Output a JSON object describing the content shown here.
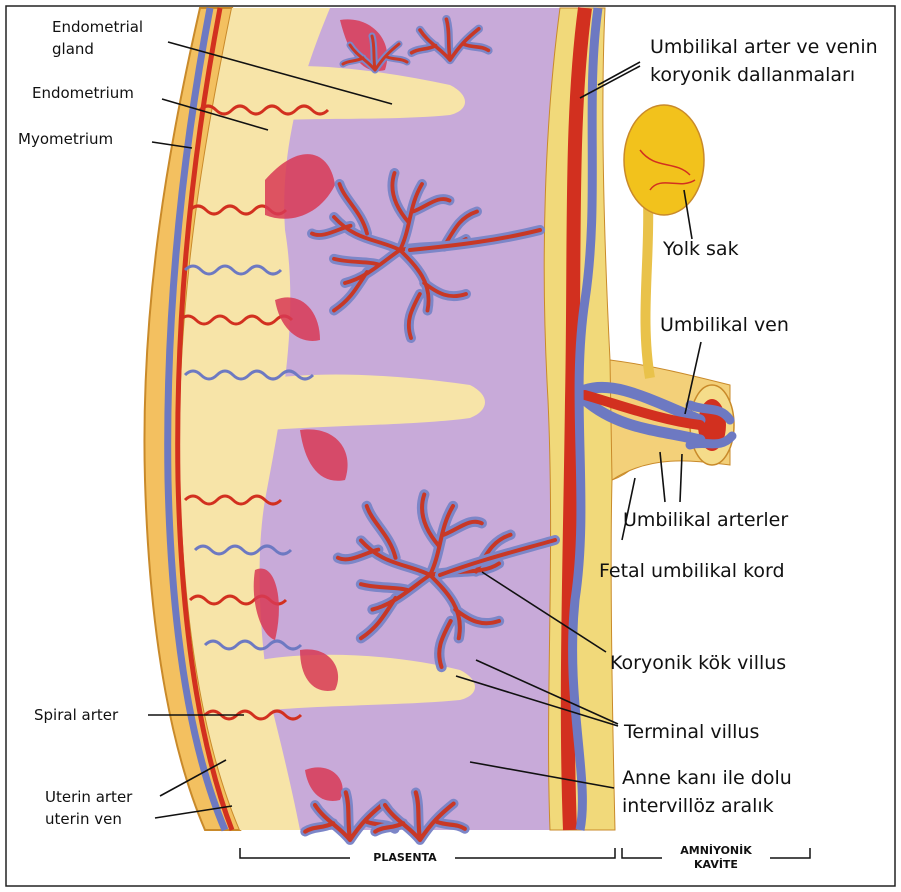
{
  "labels": {
    "endometrial_gland": "Endometrial\ngland",
    "endometrium": "Endometrium",
    "myometrium": "Myometrium",
    "spiral_arter": "Spiral arter",
    "uterin_arter_ven": "Uterin arter\nuterin ven",
    "umbilikal_arter_ven": "Umbilikal arter ve venin\nkoryonik dallanmaları",
    "yolk_sak": "Yolk sak",
    "umbilikal_ven": "Umbilikal ven",
    "umbilikal_arterler": "Umbilikal arterler",
    "fetal_umbilikal_kord": "Fetal umbilikal kord",
    "koryonik_kok_villus": "Koryonik kök villus",
    "terminal_villus": "Terminal villus",
    "anne_kani": "Anne kanı ile dolu\nintervillöz aralık"
  },
  "brackets": {
    "plasenta": "PLASENTA",
    "amniyonik_kavite": "AMNİYONİK\nKAVİTE"
  },
  "colors": {
    "myometrium": "#f3c060",
    "endometrium": "#f7e4a8",
    "intervillous": "#c8aad9",
    "chorion": "#f1d97a",
    "artery": "#d2301f",
    "vein": "#6d79c2",
    "decidua_patch": "#d83a55",
    "yolk_sac": "#f2c21c"
  }
}
